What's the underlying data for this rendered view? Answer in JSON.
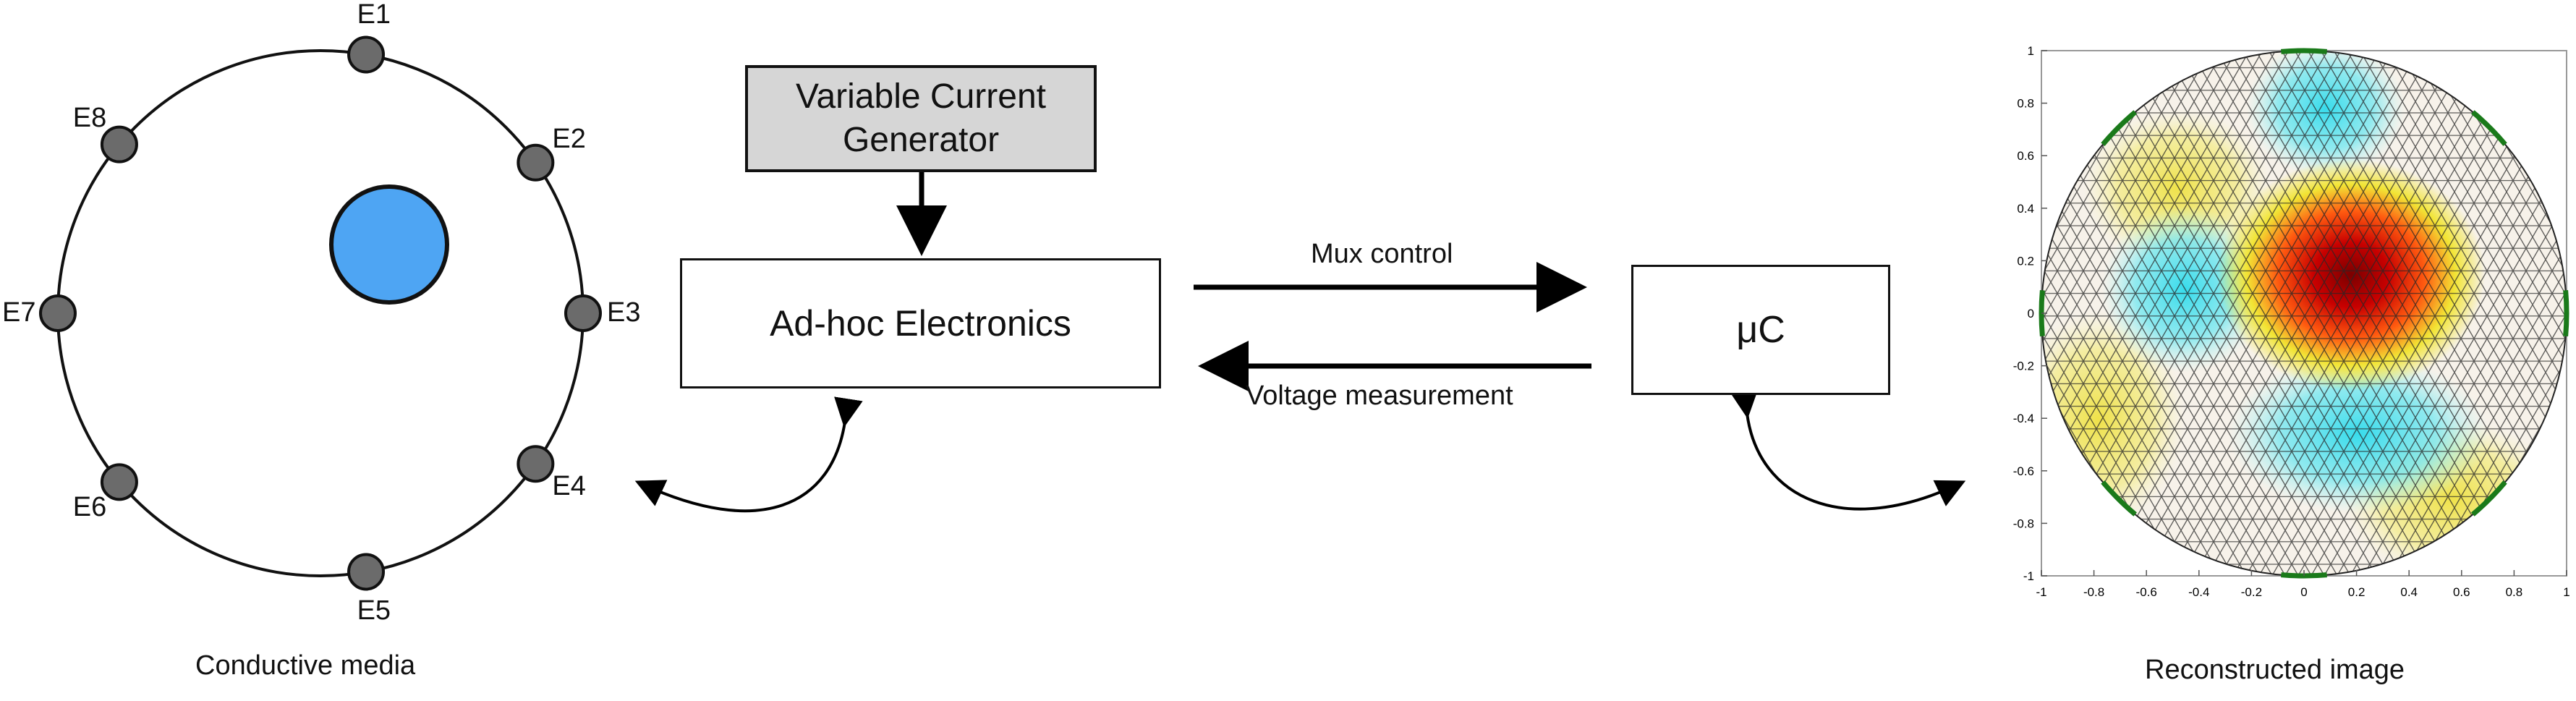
{
  "left_panel": {
    "caption": "Conductive media",
    "electrodes": [
      {
        "label": "E1",
        "angle_deg": 80
      },
      {
        "label": "E2",
        "angle_deg": 35
      },
      {
        "label": "E3",
        "angle_deg": 0
      },
      {
        "label": "E4",
        "angle_deg": -35
      },
      {
        "label": "E5",
        "angle_deg": -80
      },
      {
        "label": "E6",
        "angle_deg": -140
      },
      {
        "label": "E7",
        "angle_deg": 180
      },
      {
        "label": "E8",
        "angle_deg": 140
      }
    ],
    "colors": {
      "inclusion": "#4ea5f3",
      "electrode": "#6b6b6b",
      "ring": "#111111"
    }
  },
  "generator": {
    "label_line1": "Variable Current",
    "label_line2": "Generator",
    "fill": "#d6d6d6"
  },
  "electronics": {
    "label": "Ad-hoc Electronics"
  },
  "microcontroller": {
    "label": "μC"
  },
  "links": {
    "mux_control": "Mux control",
    "voltage_measurement": "Voltage measurement"
  },
  "right_panel": {
    "caption": "Reconstructed image",
    "x_ticks": [
      "-1",
      "-0.8",
      "-0.6",
      "-0.4",
      "-0.2",
      "0",
      "0.2",
      "0.4",
      "0.6",
      "0.8",
      "1"
    ],
    "y_ticks": [
      "1",
      "0.8",
      "0.6",
      "0.4",
      "0.2",
      "0",
      "-0.2",
      "-0.4",
      "-0.6",
      "-0.8",
      "-1"
    ],
    "colors": {
      "hot": "#b50000",
      "warm": "#f0e030",
      "cool": "#3fd8e6",
      "mesh": "#222222",
      "electrode_marker": "#1a7a1a"
    }
  }
}
